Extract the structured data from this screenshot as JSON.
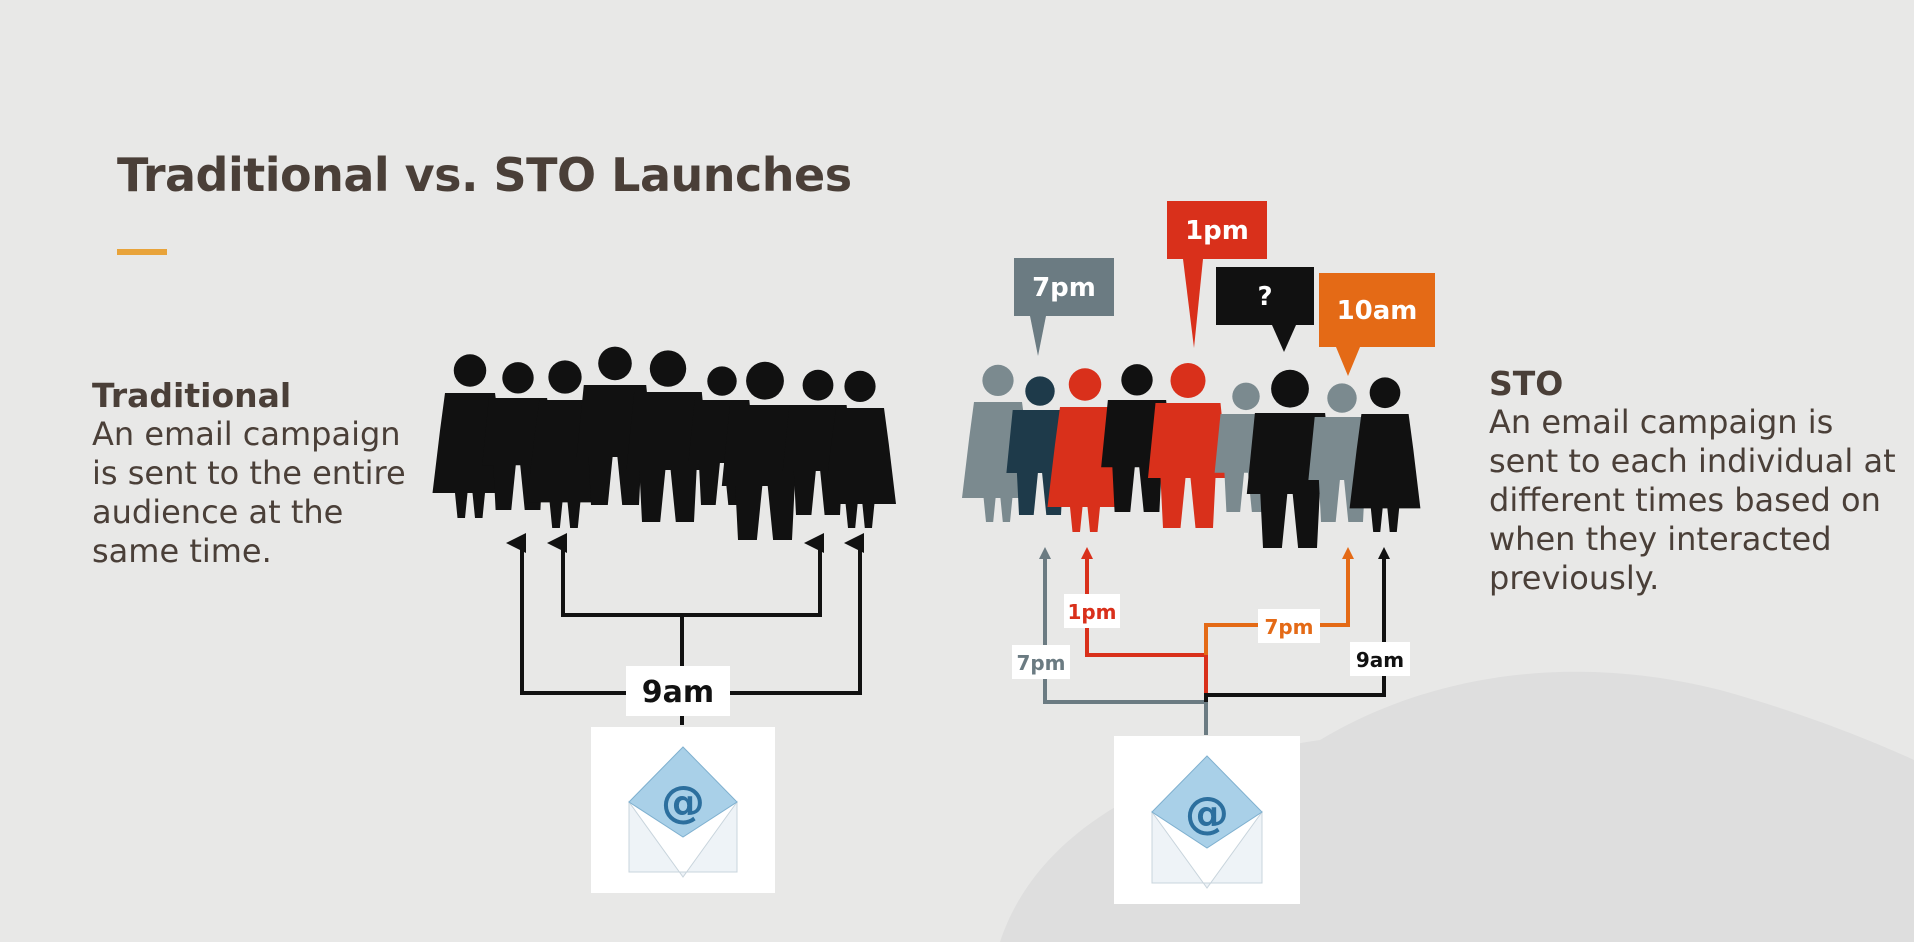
{
  "slide": {
    "title": "Traditional vs. STO Launches"
  },
  "traditional": {
    "heading": "Traditional",
    "body": "An email campaign is sent to the entire audience at the same time.",
    "send_time": "9am"
  },
  "sto": {
    "heading": "STO",
    "body": "An email campaign is sent to each individual at different times based on when they interacted previously.",
    "bubbles": [
      "7pm",
      "1pm",
      "?",
      "10am"
    ],
    "path_labels": [
      "7pm",
      "1pm",
      "7pm",
      "9am"
    ]
  },
  "colors": {
    "title": "#4a3f38",
    "accent": "#e8a33a",
    "gray": "#6b7b82",
    "red": "#d9301b",
    "orange": "#e46a16",
    "black": "#111111"
  },
  "icons": [
    "email-at-icon",
    "people-silhouettes"
  ]
}
